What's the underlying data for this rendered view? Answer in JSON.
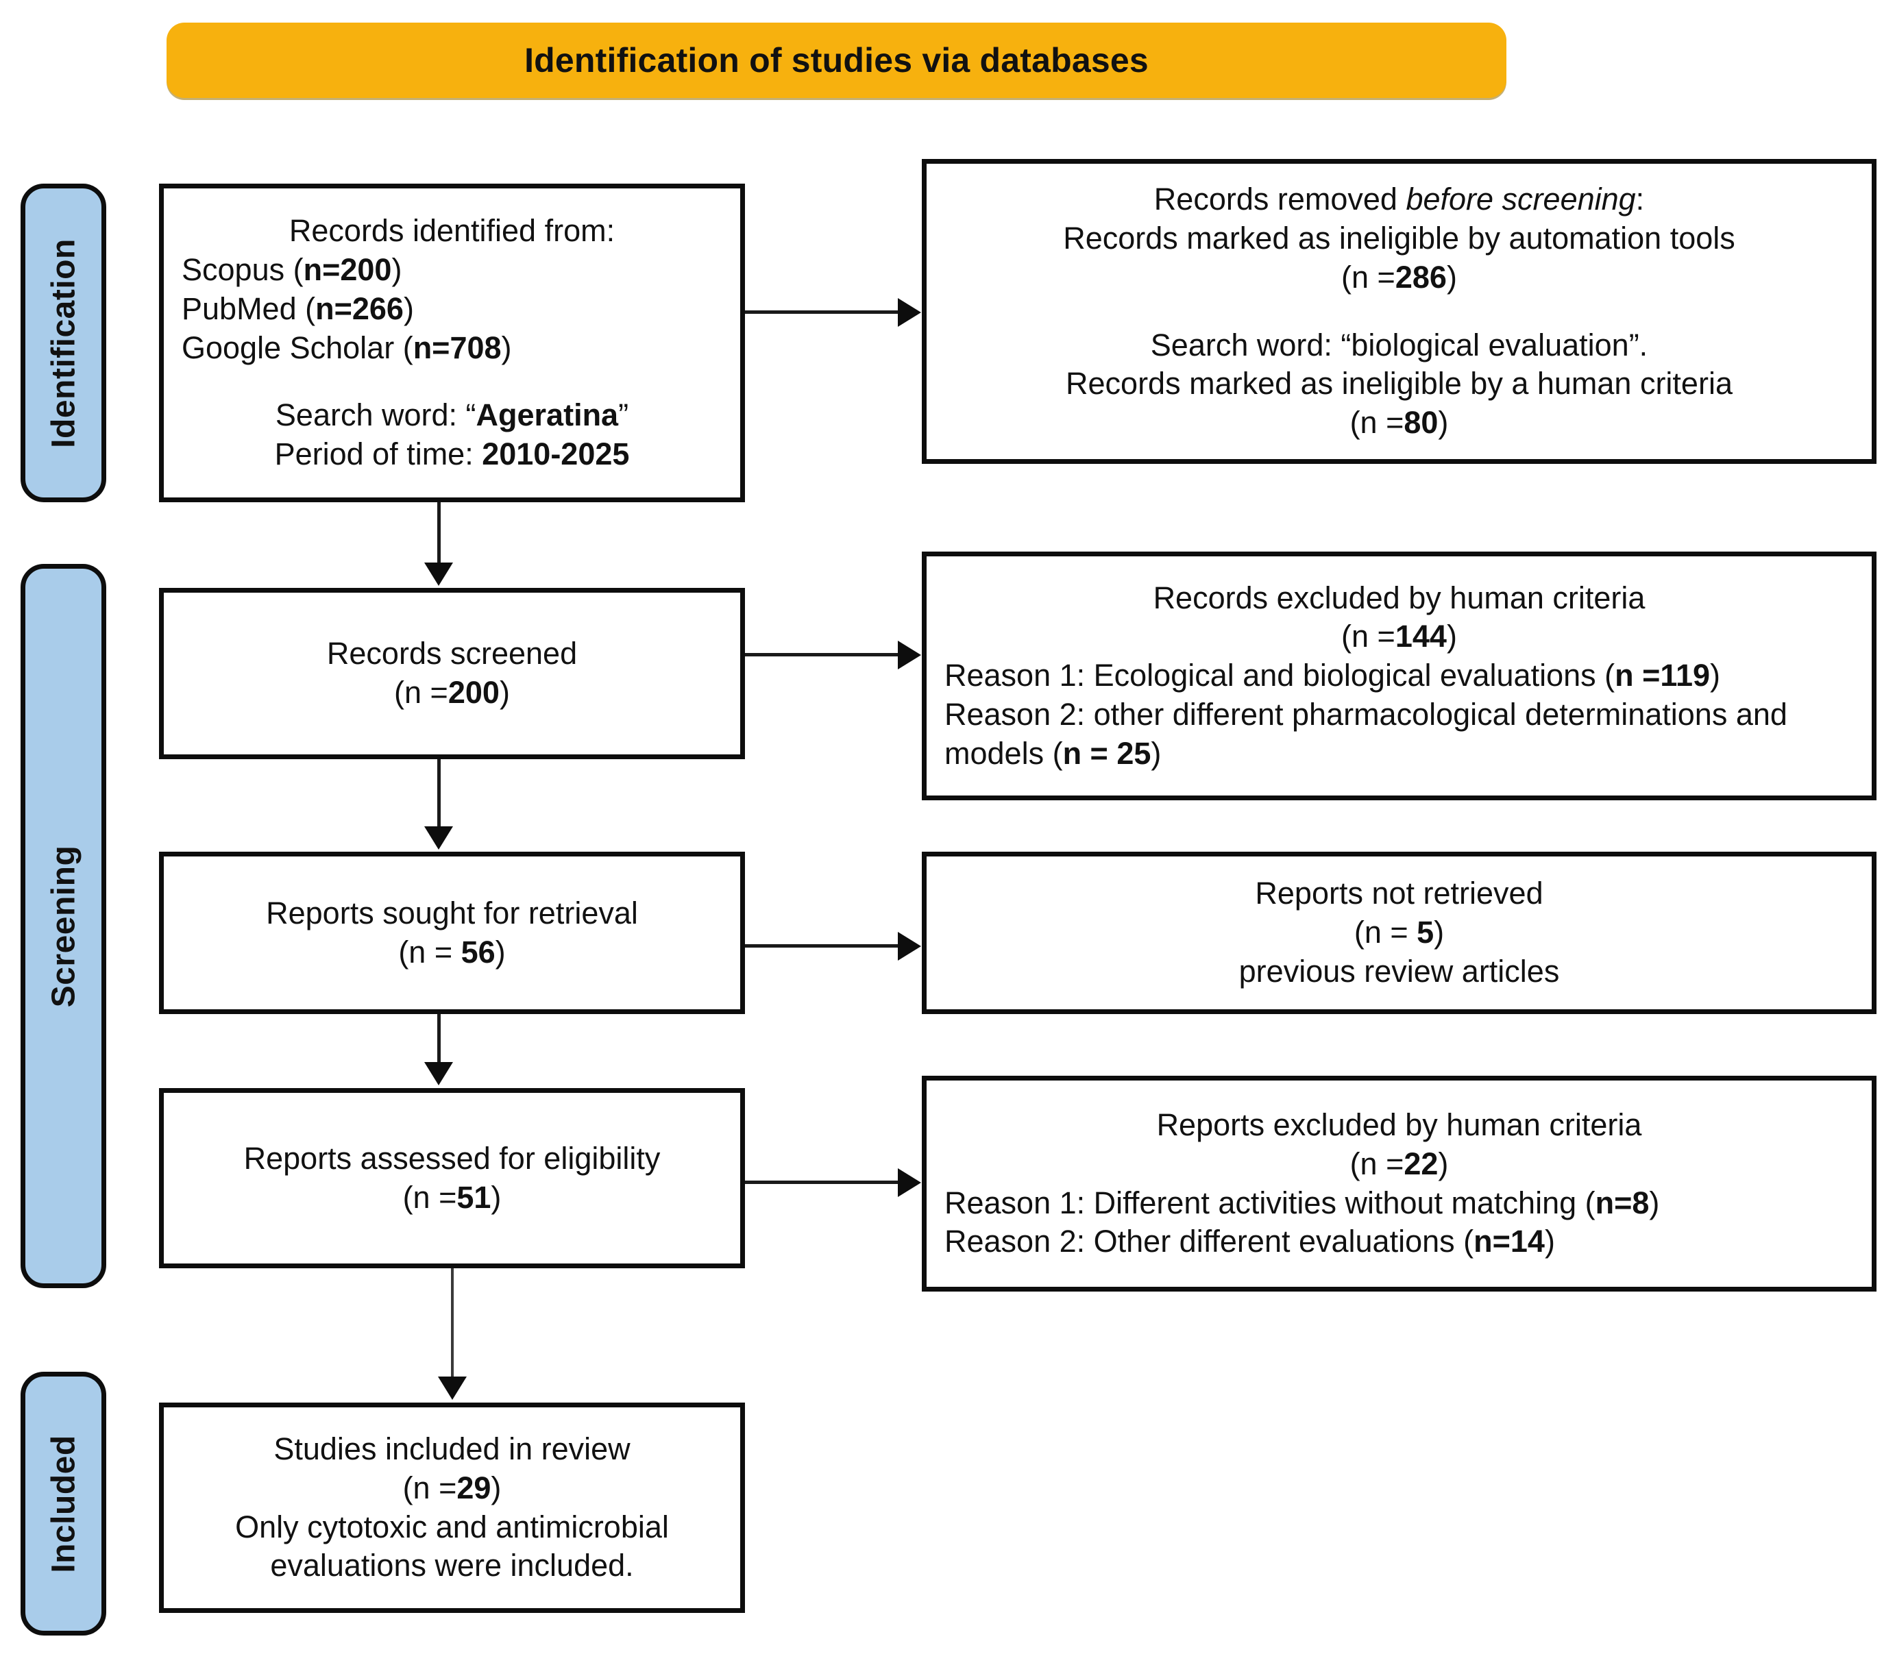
{
  "header": {
    "title": "Identification of studies via databases",
    "color": "#F7B10E"
  },
  "stages": {
    "identification": "Identification",
    "screening": "Screening",
    "included": "Included",
    "color": "#A9CCEA"
  },
  "boxes": {
    "identified": {
      "l1": "Records identified from:",
      "l2_label": "Scopus (",
      "l2_n": "n=200",
      "l2_close": ")",
      "l3_label": "PubMed (",
      "l3_n": "n=266",
      "l3_close": ")",
      "l4_label": "Google Scholar (",
      "l4_n": "n=708",
      "l4_close": ")",
      "l5_label": "Search word: “",
      "l5_term": "Ageratina",
      "l5_close": "”",
      "l6_label": "Period of time: ",
      "l6_value": "2010-2025"
    },
    "removed": {
      "l1_a": "Records removed ",
      "l1_b": "before screening",
      "l1_c": ":",
      "l2": "Records marked as ineligible by automation tools",
      "l3_open": "(n =",
      "l3_n": "286",
      "l3_close": ")",
      "l4": "Search word: “biological evaluation”.",
      "l5": "Records marked as ineligible by a human criteria",
      "l6_open": "(n =",
      "l6_n": "80",
      "l6_close": ")"
    },
    "screened": {
      "l1": "Records screened",
      "l2_open": "(n =",
      "l2_n": "200",
      "l2_close": ")"
    },
    "records_excluded": {
      "l1": "Records excluded by human criteria",
      "l2_open": "(n =",
      "l2_n": "144",
      "l2_close": ")",
      "l3_a": "Reason 1: Ecological and biological evaluations (",
      "l3_n": "n =119",
      "l3_c": ")",
      "l4_a": "Reason 2: other different pharmacological determinations and models (",
      "l4_n": "n = 25",
      "l4_c": ")"
    },
    "sought": {
      "l1": "Reports sought for retrieval",
      "l2_open": "(n = ",
      "l2_n": "56",
      "l2_close": ")"
    },
    "not_retrieved": {
      "l1": "Reports not retrieved",
      "l2_open": "(n = ",
      "l2_n": "5",
      "l2_close": ")",
      "l3": "previous review articles"
    },
    "assessed": {
      "l1": "Reports assessed for eligibility",
      "l2_open": "(n =",
      "l2_n": "51",
      "l2_close": ")"
    },
    "reports_excluded": {
      "l1": "Reports excluded by human criteria",
      "l2_open": "(n =",
      "l2_n": "22",
      "l2_close": ")",
      "l3_a": "Reason 1: Different activities without matching (",
      "l3_n": "n=8",
      "l3_c": ")",
      "l4_a": "Reason 2: Other different evaluations (",
      "l4_n": "n=14",
      "l4_c": ")"
    },
    "included": {
      "l1": "Studies included in review",
      "l2_open": "(n =",
      "l2_n": "29",
      "l2_close": ")",
      "l3": "Only cytotoxic and antimicrobial evaluations were included."
    }
  }
}
